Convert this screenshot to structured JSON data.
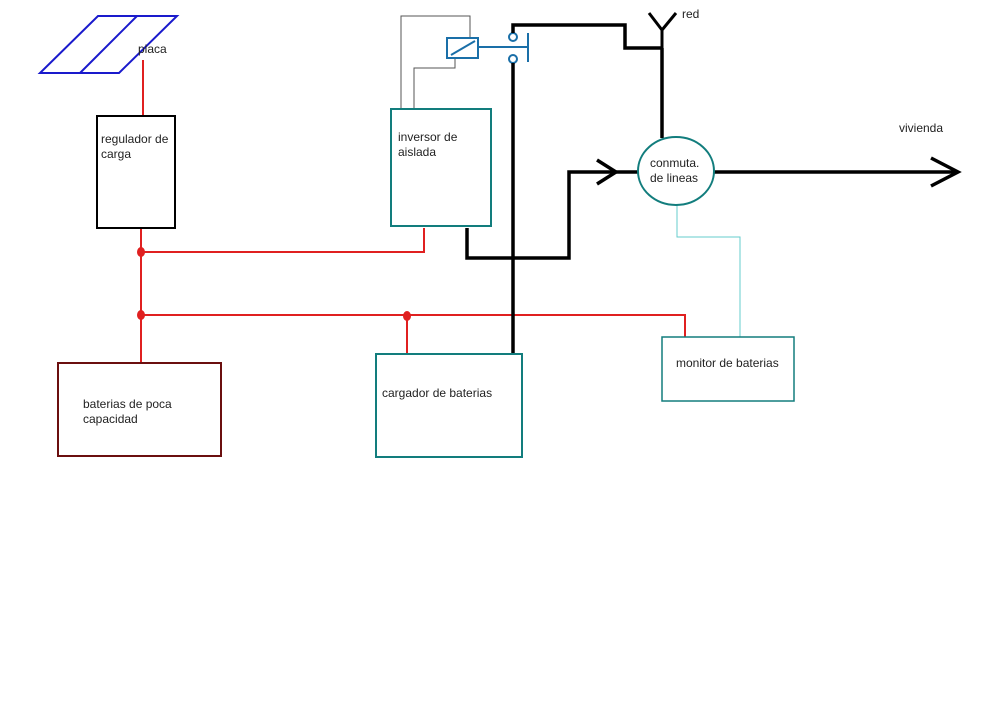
{
  "labels": {
    "placa": "placa",
    "regulador": "regulador de\ncarga",
    "inversor": "inversor de\naislada",
    "red": "red",
    "conmutador": "conmuta.\nde lineas",
    "vivienda": "vivienda",
    "baterias": "baterias de poca\ncapacidad",
    "cargador": "cargador de baterias",
    "monitor": "monitor de baterias"
  },
  "colors": {
    "dc_wire": "#e02020",
    "ac_wire": "#000000",
    "signal_wire": "#66cccc",
    "relay_control_wire": "#555555",
    "solar_panel": "#1a1acc",
    "relay": "#1a6fa8",
    "regulador_box": "#000000",
    "teal_box": "#127d7d",
    "battery_box": "#6b0f0f"
  }
}
